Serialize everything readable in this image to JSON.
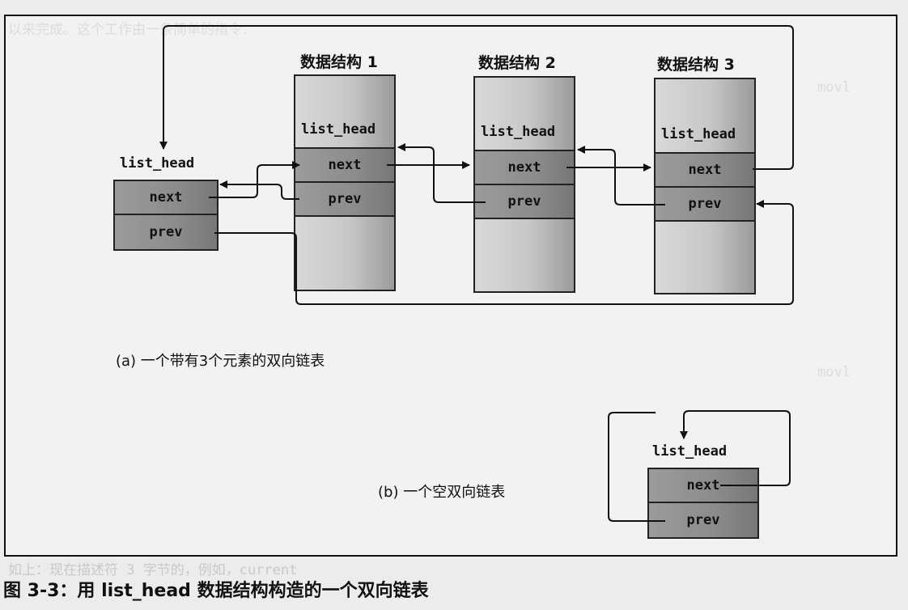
{
  "figure": {
    "caption": "图 3-3：用 list_head 数据结构构造的一个双向链表"
  },
  "diagram_a": {
    "caption": "(a)  一个带有3个元素的双向链表",
    "head": {
      "label": "list_head",
      "next": "next",
      "prev": "prev"
    },
    "structs": [
      {
        "title": "数据结构 1",
        "label": "list_head",
        "next": "next",
        "prev": "prev"
      },
      {
        "title": "数据结构 2",
        "label": "list_head",
        "next": "next",
        "prev": "prev"
      },
      {
        "title": "数据结构 3",
        "label": "list_head",
        "next": "next",
        "prev": "prev"
      }
    ]
  },
  "diagram_b": {
    "caption": "(b)  一个空双向链表",
    "head": {
      "label": "list_head",
      "next": "next",
      "prev": "prev"
    }
  },
  "colors": {
    "frame": "#111111",
    "box_dark": "#8c8c8c",
    "box_light": "#c7c7c7",
    "background": "#ececec"
  }
}
